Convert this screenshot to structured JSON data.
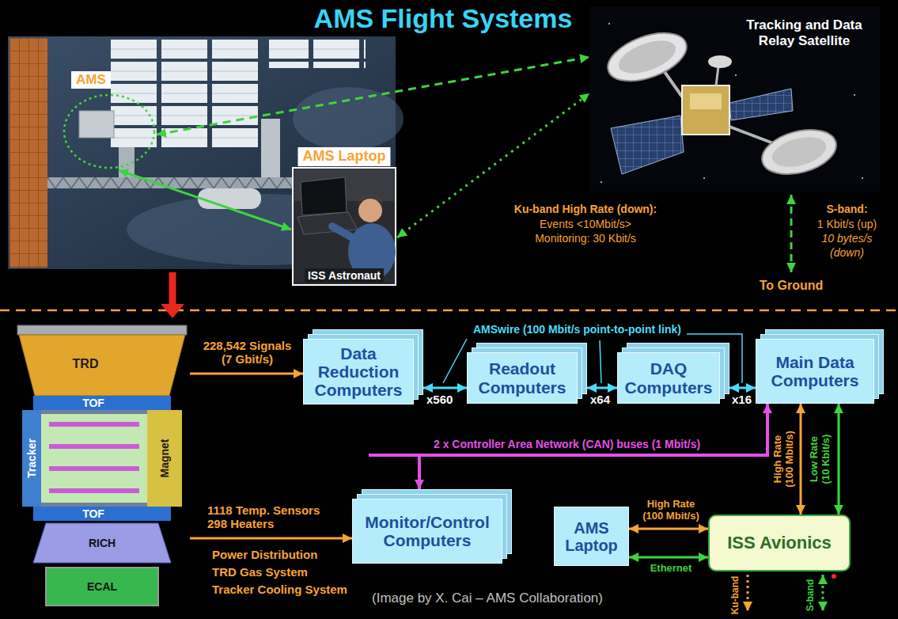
{
  "diagram": {
    "title": "AMS Flight Systems",
    "nodes": [
      {
        "text": [
          "AMS"
        ]
      },
      {
        "text": [
          "AMS Laptop",
          "ISS Astronaut"
        ]
      },
      {
        "text": [
          "Tracking and Data Relay Satellite"
        ]
      },
      {
        "text": [
          "TRD",
          "TOF",
          "Tracker",
          "Magnet",
          "TOF",
          "RICH",
          "ECAL"
        ]
      },
      {
        "text": [
          "Data Reduction Computers"
        ]
      },
      {
        "text": [
          "Readout Computers"
        ]
      },
      {
        "text": [
          "DAQ Computers"
        ]
      },
      {
        "text": [
          "Main Data Computers"
        ]
      },
      {
        "text": [
          "Monitor/Control Computers"
        ]
      },
      {
        "text": [
          "AMS Laptop"
        ]
      },
      {
        "text": [
          "ISS Avionics"
        ]
      }
    ],
    "edges": [
      {
        "from": 0,
        "to": 2,
        "arrow": "both"
      },
      {
        "from": 0,
        "to": 1,
        "arrow": "both"
      },
      {
        "from": 1,
        "to": 2,
        "arrow": "both"
      },
      {
        "from": 3,
        "to": 4,
        "label": "228,542 Signals (7 Gbit/s)",
        "arrow": "to"
      },
      {
        "from": 4,
        "to": 5,
        "label": "x560",
        "arrow": "both"
      },
      {
        "from": 5,
        "to": 6,
        "label": "x64",
        "arrow": "both"
      },
      {
        "from": 6,
        "to": 7,
        "label": "x16",
        "arrow": "both"
      },
      {
        "from": 7,
        "to": 8,
        "label": "2 x Controller Area Network (CAN) buses (1 Mbit/s)",
        "arrow": "both"
      },
      {
        "from": 3,
        "to": 8,
        "label": "1118 Temp. Sensors 298 Heaters",
        "arrow": "to"
      },
      {
        "from": 7,
        "to": 10,
        "label": "High Rate (100 Mbit/s)",
        "arrow": "both"
      },
      {
        "from": 7,
        "to": 10,
        "label": "Low Rate (10 Kbit/s)",
        "arrow": "both"
      },
      {
        "from": 9,
        "to": 10,
        "label": "High Rate (100 Mbit/s)",
        "arrow": "both"
      },
      {
        "from": 9,
        "to": 10,
        "label": "Ethernet",
        "arrow": "both"
      }
    ],
    "labels": [
      "Ku-band High Rate (down):",
      "Events <10Mbit/s>",
      "Monitoring: 30 Kbit/s",
      "S-band:",
      "1 Kbit/s (up)",
      "10 bytes/s",
      "(down)",
      "To Ground",
      "AMSwire (100 Mbit/s point-to-point link)",
      "Power Distribution",
      "TRD Gas System",
      "Tracker Cooling System",
      "Ku-band",
      "S-band",
      "(Image by X. Cai – AMS Collaboration)"
    ]
  }
}
